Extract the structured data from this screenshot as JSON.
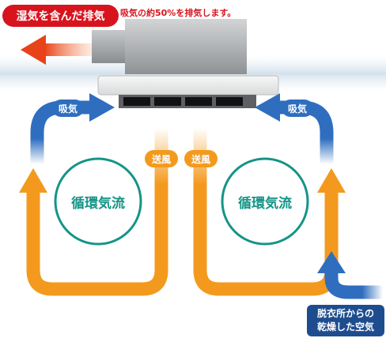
{
  "humid_exhaust": {
    "label": "湿気を含んだ排気"
  },
  "exhaust_note": {
    "text": "吸気の約50%を排気します。"
  },
  "intake_left": {
    "label": "吸気"
  },
  "intake_right": {
    "label": "吸気"
  },
  "supply_left": {
    "label": "送風"
  },
  "supply_right": {
    "label": "送風"
  },
  "loop_left": {
    "label": "循環気流"
  },
  "loop_right": {
    "label": "循環気流"
  },
  "dry_air": {
    "line1": "脱衣所からの",
    "line2": "乾燥した空気"
  },
  "colors": {
    "red": "#d7141e",
    "orange": "#f39a1e",
    "blue": "#2f6ebf",
    "teal": "#149487",
    "navy": "#1e4d8f"
  }
}
